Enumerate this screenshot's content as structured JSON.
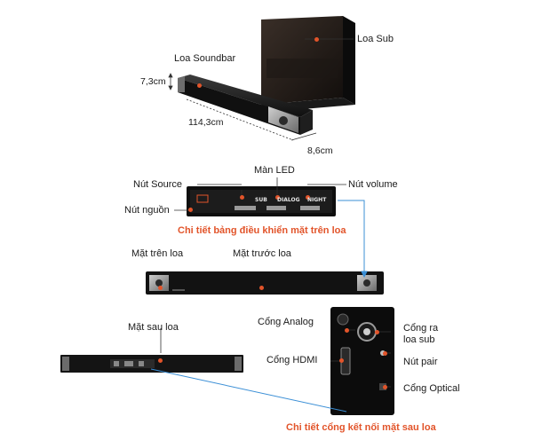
{
  "labels": {
    "sub": "Loa Sub",
    "soundbar": "Loa Soundbar",
    "height": "7,3cm",
    "width": "114,3cm",
    "depth": "8,6cm",
    "led": "Màn LED",
    "source_btn": "Nút Source",
    "volume_btn": "Nút volume",
    "power_btn": "Nút nguồn",
    "top_face": "Mặt trên loa",
    "front_face": "Mặt trước loa",
    "rear_face": "Mặt sau loa",
    "analog_port": "Cổng Analog",
    "sub_out_port": "Cổng ra loa sub",
    "hdmi_port": "Cổng HDMI",
    "pair_btn": "Nút pair",
    "optical_port": "Cổng Optical"
  },
  "panel": {
    "sub": "SUB",
    "dialog": "DIALOG",
    "night": "NIGHT"
  },
  "captions": {
    "control_panel": "Chi tiết bảng điều khiển mặt trên loa",
    "rear_ports": "Chi tiết cổng kết nối mặt sau loa"
  },
  "colors": {
    "accent": "#e2542a",
    "connector": "#3b8fd6"
  }
}
